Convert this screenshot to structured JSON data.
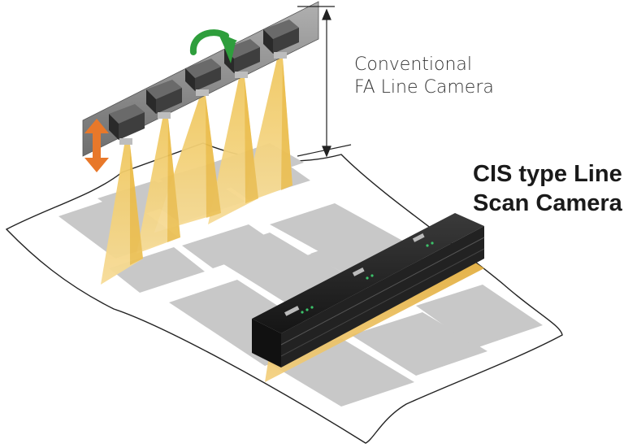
{
  "labels": {
    "conventional": [
      "Conventional",
      "FA Line Camera"
    ],
    "cis": [
      "CIS type Line",
      "Scan Camera"
    ]
  },
  "colors": {
    "paper_fill": "#ffffff",
    "paper_stroke": "#222222",
    "tile_fill": "#c8c8c8",
    "beam_light": "#f5d27a",
    "beam_dark": "#e6b030",
    "camera_body": "#3a3a3a",
    "rail": "#9a9a9a",
    "cis_body": "#1b1b1b",
    "arrow_green": "#2e9e3c",
    "arrow_orange": "#e8782a"
  },
  "icons": [
    "rotate-arrow-icon",
    "vertical-adjust-arrow-icon"
  ]
}
